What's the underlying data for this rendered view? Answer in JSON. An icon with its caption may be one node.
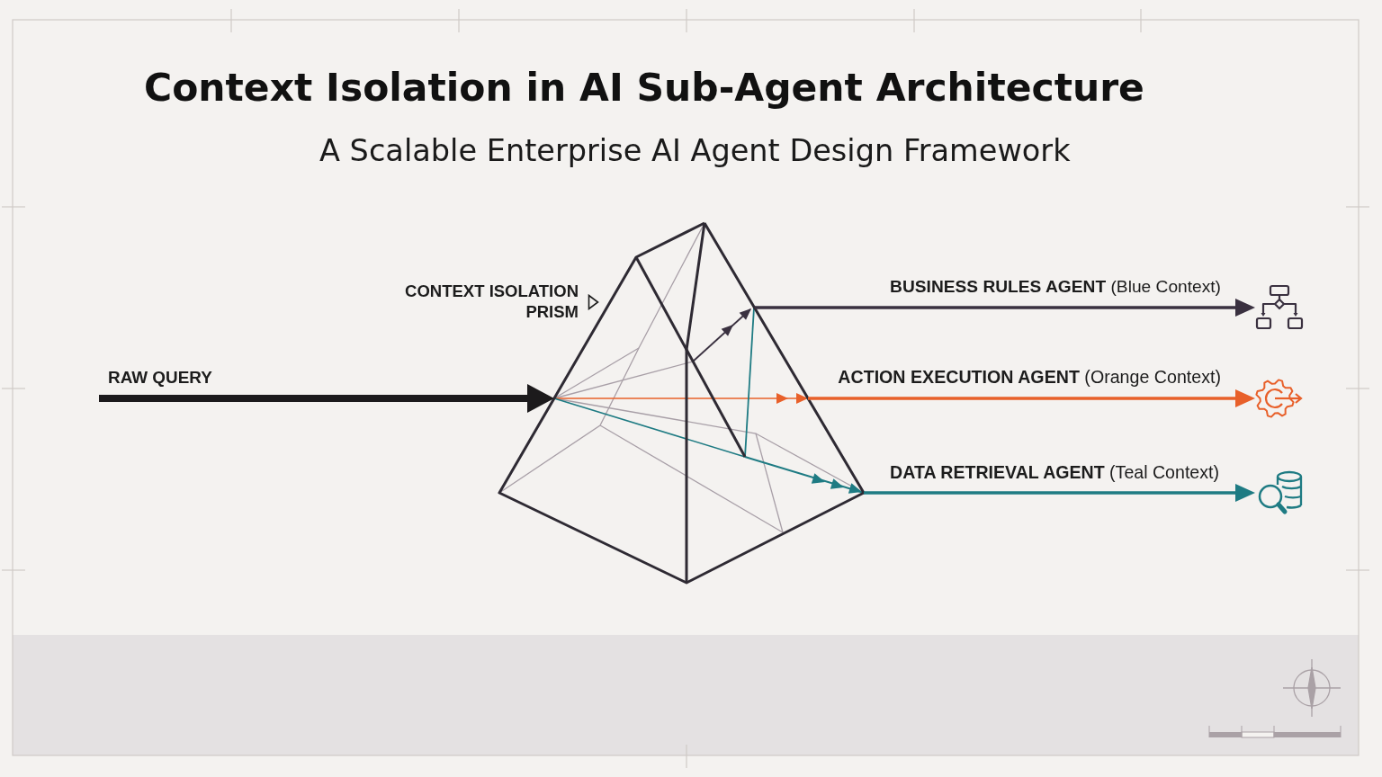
{
  "diagram": {
    "title": "Context Isolation in AI Sub-Agent Architecture",
    "nodes": [
      {
        "text": [],
        "shape": "picture",
        "beside": [
          "CONTEXT ISOLATION PRISM"
        ]
      },
      {
        "text": [],
        "shape": "picture"
      },
      {
        "text": [],
        "shape": "picture"
      },
      {
        "text": [],
        "shape": "picture"
      }
    ],
    "edges": [
      {
        "from": null,
        "to": 0,
        "arrow": "to",
        "label": "RAW QUERY",
        "style": "thick",
        "color": "#1c1a1c"
      },
      {
        "from": 0,
        "to": 1,
        "arrow": "to",
        "label": "**BUSINESS RULES AGENT** (Blue Context)",
        "color": "#3a3140"
      },
      {
        "from": 0,
        "to": 2,
        "arrow": "to",
        "label": "**ACTION EXECUTION AGENT** (Orange Context)",
        "color": "#e8602a"
      },
      {
        "from": 0,
        "to": 3,
        "arrow": "to",
        "label": "**DATA RETRIEVAL AGENT** (Teal Context)",
        "color": "#1e7b83"
      }
    ],
    "labels": [
      "A Scalable Enterprise AI Agent Design Framework"
    ]
  }
}
